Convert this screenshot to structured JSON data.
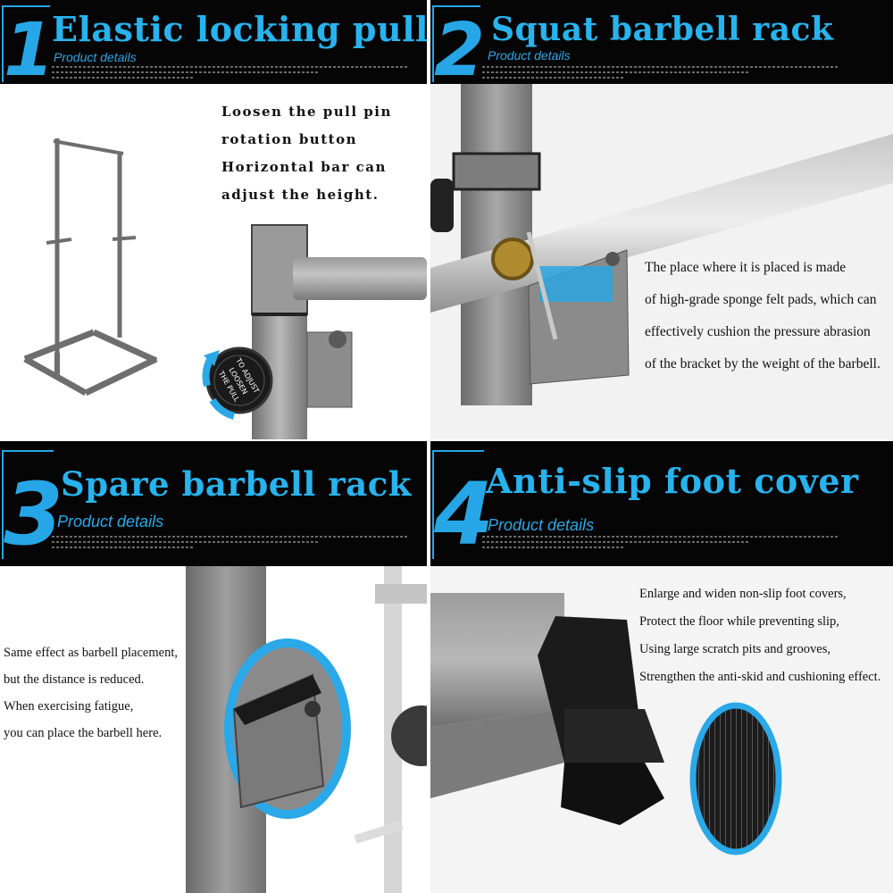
{
  "panels": [
    {
      "number": "1",
      "title": "Elastic locking pull pin",
      "subtitle": "Product details",
      "caption": [
        "Loosen the pull pin",
        "rotation button",
        "Horizontal bar can",
        "adjust the height."
      ],
      "knob_text": [
        "TO ADJUST",
        "LOOSEN",
        "THE PULL"
      ],
      "knob_icon": "rotate-arrow-icon"
    },
    {
      "number": "2",
      "title": "Squat barbell rack",
      "subtitle": "Product details",
      "caption": [
        "The place where it is placed is made",
        "of high-grade sponge felt pads, which can",
        "effectively cushion the pressure abrasion",
        "of the bracket by the weight of the barbell."
      ]
    },
    {
      "number": "3",
      "title": "Spare barbell rack",
      "subtitle": "Product details",
      "caption": [
        "Same effect as barbell placement,",
        "but the distance is reduced.",
        "When exercising fatigue,",
        "you can place the barbell here."
      ]
    },
    {
      "number": "4",
      "title": "Anti-slip foot cover",
      "subtitle": "Product details",
      "caption": [
        "Enlarge and widen non-slip foot covers,",
        "Protect the floor while preventing slip,",
        "Using large scratch pits and grooves,",
        "Strengthen the anti-skid and cushioning effect."
      ]
    }
  ],
  "colors": {
    "accent": "#27b3ee",
    "header_bg": "#050505",
    "metal": "#8e8e8e",
    "rubber": "#1b1b1b"
  }
}
